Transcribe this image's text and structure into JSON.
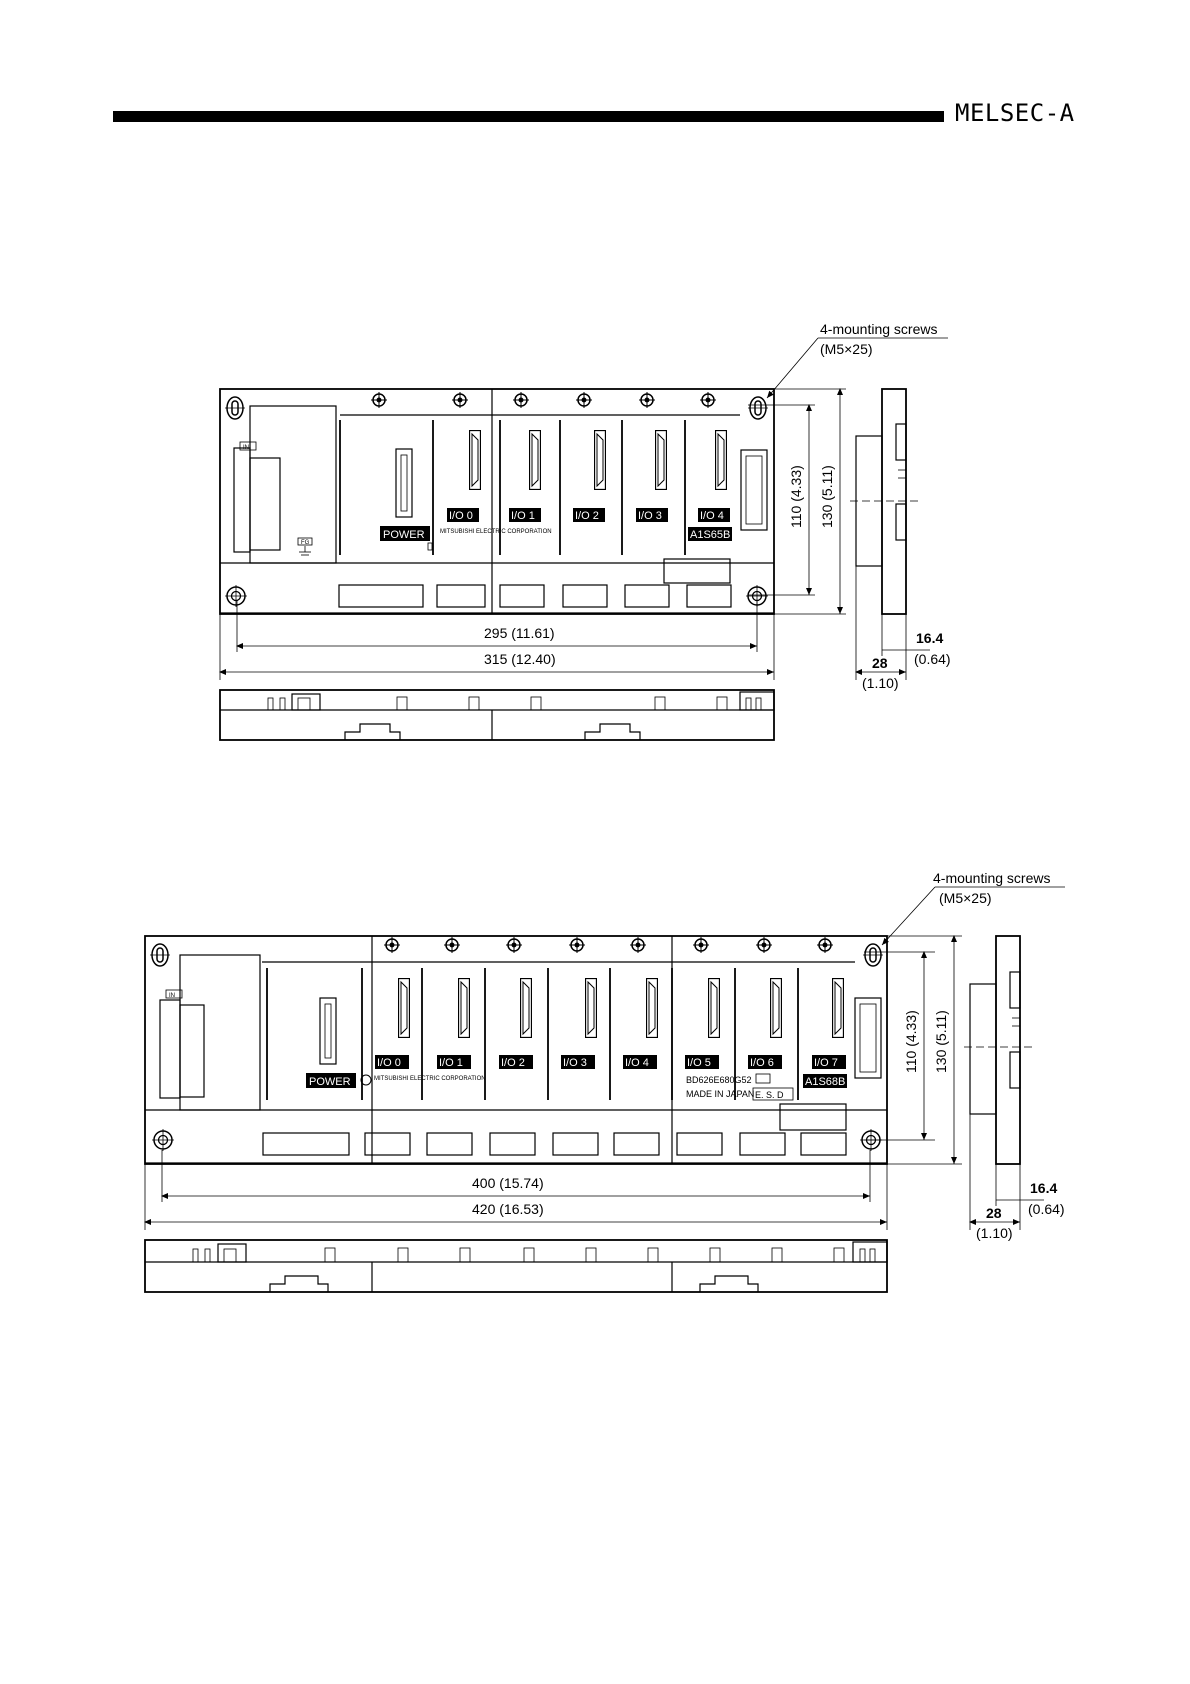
{
  "header": {
    "brand": "MELSEC-A"
  },
  "diagram1": {
    "callout": {
      "line1": "4-mounting screws",
      "line2": "(M5×25)"
    },
    "power_label": "POWER",
    "io_slots": [
      "I/O 0",
      "I/O 1",
      "I/O 2",
      "I/O 3",
      "I/O 4"
    ],
    "maker": "MITSUBISHI ELECTRIC CORPORATION",
    "model": "A1S65B",
    "in_label": "IN",
    "fg_label": "FG",
    "dim_inner": "295 (11.61)",
    "dim_outer": "315 (12.40)",
    "dim_h_inner": "110 (4.33)",
    "dim_h_outer": "130 (5.11)",
    "side_depth": "16.4",
    "side_depth_in": "(0.64)",
    "side_width": "28",
    "side_width_in": "(1.10)"
  },
  "diagram2": {
    "callout": {
      "line1": "4-mounting screws",
      "line2": "(M5×25)"
    },
    "power_label": "POWER",
    "io_slots": [
      "I/O 0",
      "I/O 1",
      "I/O 2",
      "I/O 3",
      "I/O 4",
      "I/O 5",
      "I/O 6",
      "I/O 7"
    ],
    "maker": "MITSUBISHI ELECTRIC CORPORATION",
    "model": "A1S68B",
    "board_code": "BD626E680G52",
    "made_in": "MADE IN JAPAN",
    "esd": "E. S. D",
    "in_label": "IN",
    "dim_inner": "400 (15.74)",
    "dim_outer": "420 (16.53)",
    "dim_h_inner": "110 (4.33)",
    "dim_h_outer": "130 (5.11)",
    "side_depth": "16.4",
    "side_depth_in": "(0.64)",
    "side_width": "28",
    "side_width_in": "(1.10)"
  }
}
